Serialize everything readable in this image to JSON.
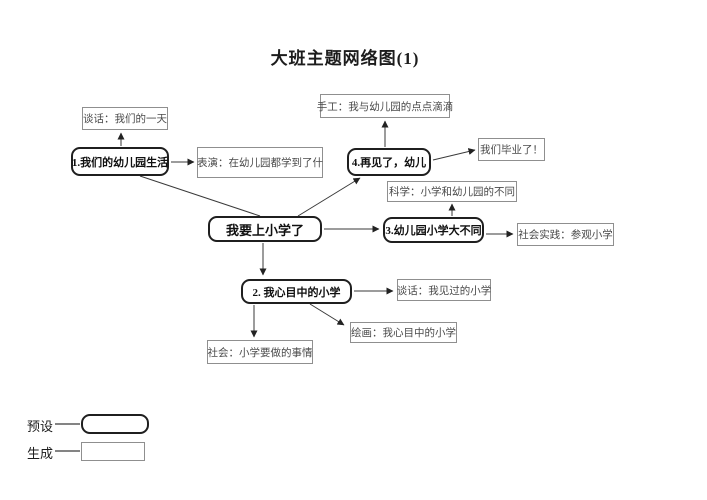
{
  "title": "大班主题网络图(1)",
  "diagram": {
    "center": {
      "label": "我要上小学了"
    },
    "topics": [
      {
        "label": "1.我们的幼儿园生活"
      },
      {
        "label": "2. 我心目中的小学"
      },
      {
        "label": "3.幼儿园小学大不同"
      },
      {
        "label": "4.再见了，幼儿"
      }
    ],
    "activities": [
      {
        "label": "谈话：我们的一天"
      },
      {
        "label": "表演：在幼儿园都学到了什"
      },
      {
        "label": "手工：我与幼儿园的点点滴滴"
      },
      {
        "label": "我们毕业了！"
      },
      {
        "label": "科学：小学和幼儿园的不同"
      },
      {
        "label": "社会实践：参观小学"
      },
      {
        "label": "谈话：我见过的小学"
      },
      {
        "label": "绘画：我心目中的小学"
      },
      {
        "label": "社会：小学要做的事情"
      }
    ]
  },
  "legend": {
    "preset_label": "预设",
    "generated_label": "生成"
  },
  "colors": {
    "preset_border": "#1f1f1f",
    "generated_border": "#8f8f8f",
    "line": "#3a3a3a"
  }
}
